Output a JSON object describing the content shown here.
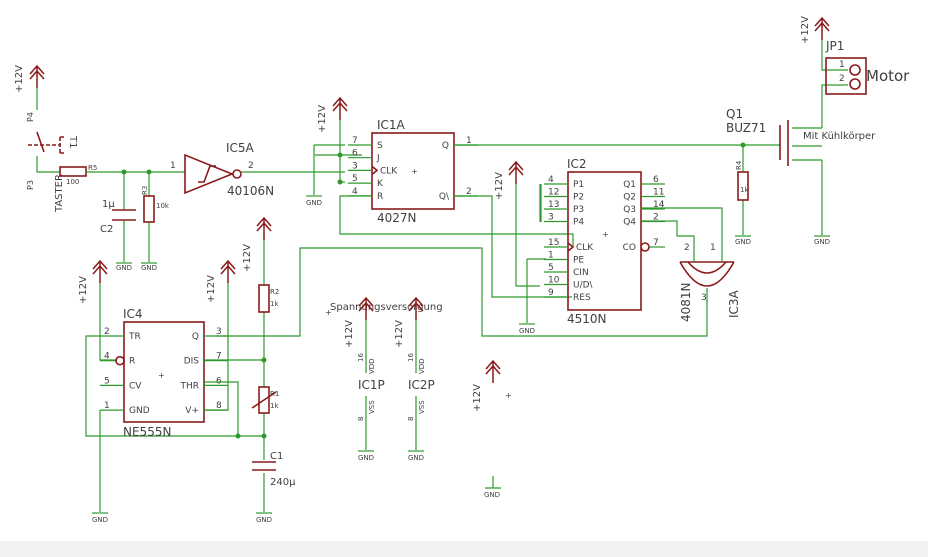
{
  "colors": {
    "wire": "#2e9a2e",
    "symbol": "#8a1a1a",
    "text": "#404040",
    "background": "#ffffff"
  },
  "supply": {
    "plus12": "+12V",
    "gnd": "GND"
  },
  "switch": {
    "p4": "P4",
    "p3": "P3",
    "t1": "T1",
    "taster": "TASTER"
  },
  "r5": {
    "name": "R5",
    "value": "100"
  },
  "c2": {
    "name": "C2",
    "value": "1µ"
  },
  "r3": {
    "name": "R3",
    "value": "10k"
  },
  "ic5a": {
    "name": "IC5A",
    "part": "40106N",
    "pin_in": "1",
    "pin_out": "2"
  },
  "ic1a": {
    "name": "IC1A",
    "part": "4027N",
    "pins_left": [
      {
        "num": "7",
        "label": "S"
      },
      {
        "num": "6",
        "label": "J"
      },
      {
        "num": "3",
        "label": "CLK"
      },
      {
        "num": "5",
        "label": "K"
      },
      {
        "num": "4",
        "label": "R"
      }
    ],
    "pins_right": [
      {
        "num": "1",
        "label": "Q"
      },
      {
        "num": "2",
        "label": "Q\\"
      }
    ]
  },
  "ic2": {
    "name": "IC2",
    "part": "4510N",
    "pins_left": [
      {
        "num": "4",
        "label": "P1"
      },
      {
        "num": "12",
        "label": "P2"
      },
      {
        "num": "13",
        "label": "P3"
      },
      {
        "num": "3",
        "label": "P4"
      },
      {
        "num": "15",
        "label": "CLK"
      },
      {
        "num": "1",
        "label": "PE"
      },
      {
        "num": "5",
        "label": "CIN"
      },
      {
        "num": "10",
        "label": "U/D\\"
      },
      {
        "num": "9",
        "label": "RES"
      }
    ],
    "pins_right": [
      {
        "num": "6",
        "label": "Q1"
      },
      {
        "num": "11",
        "label": "Q2"
      },
      {
        "num": "14",
        "label": "Q3"
      },
      {
        "num": "2",
        "label": "Q4"
      },
      {
        "num": "7",
        "label": "CO"
      }
    ]
  },
  "ic3a": {
    "name": "IC3A",
    "part": "4081N",
    "pin_a": "2",
    "pin_b": "1",
    "pin_out": "3"
  },
  "ic4": {
    "name": "IC4",
    "part": "NE555N",
    "pins_left": [
      {
        "num": "2",
        "label": "TR"
      },
      {
        "num": "4",
        "label": "R"
      },
      {
        "num": "5",
        "label": "CV"
      },
      {
        "num": "1",
        "label": "GND"
      }
    ],
    "pins_right": [
      {
        "num": "3",
        "label": "Q"
      },
      {
        "num": "7",
        "label": "DIS"
      },
      {
        "num": "6",
        "label": "THR"
      },
      {
        "num": "8",
        "label": "V+"
      }
    ]
  },
  "r2": {
    "name": "R2",
    "value": "1k"
  },
  "r1": {
    "name": "R1",
    "value": "1k"
  },
  "c1": {
    "name": "C1",
    "value": "240µ"
  },
  "r4": {
    "name": "R4",
    "value": "1k"
  },
  "q1": {
    "name": "Q1",
    "part": "BUZ71",
    "note": "Mit Kühlkörper"
  },
  "jp1": {
    "name": "JP1",
    "label": "Motor",
    "pin1": "1",
    "pin2": "2"
  },
  "power": {
    "title": "Spannungsversorgung",
    "ic1p": {
      "name": "IC1P",
      "vdd": "VDD",
      "vss": "VSS",
      "pin_vdd": "16",
      "pin_vss": "8"
    },
    "ic2p": {
      "name": "IC2P",
      "vdd": "VDD",
      "vss": "VSS",
      "pin_vdd": "16",
      "pin_vss": "8"
    }
  }
}
